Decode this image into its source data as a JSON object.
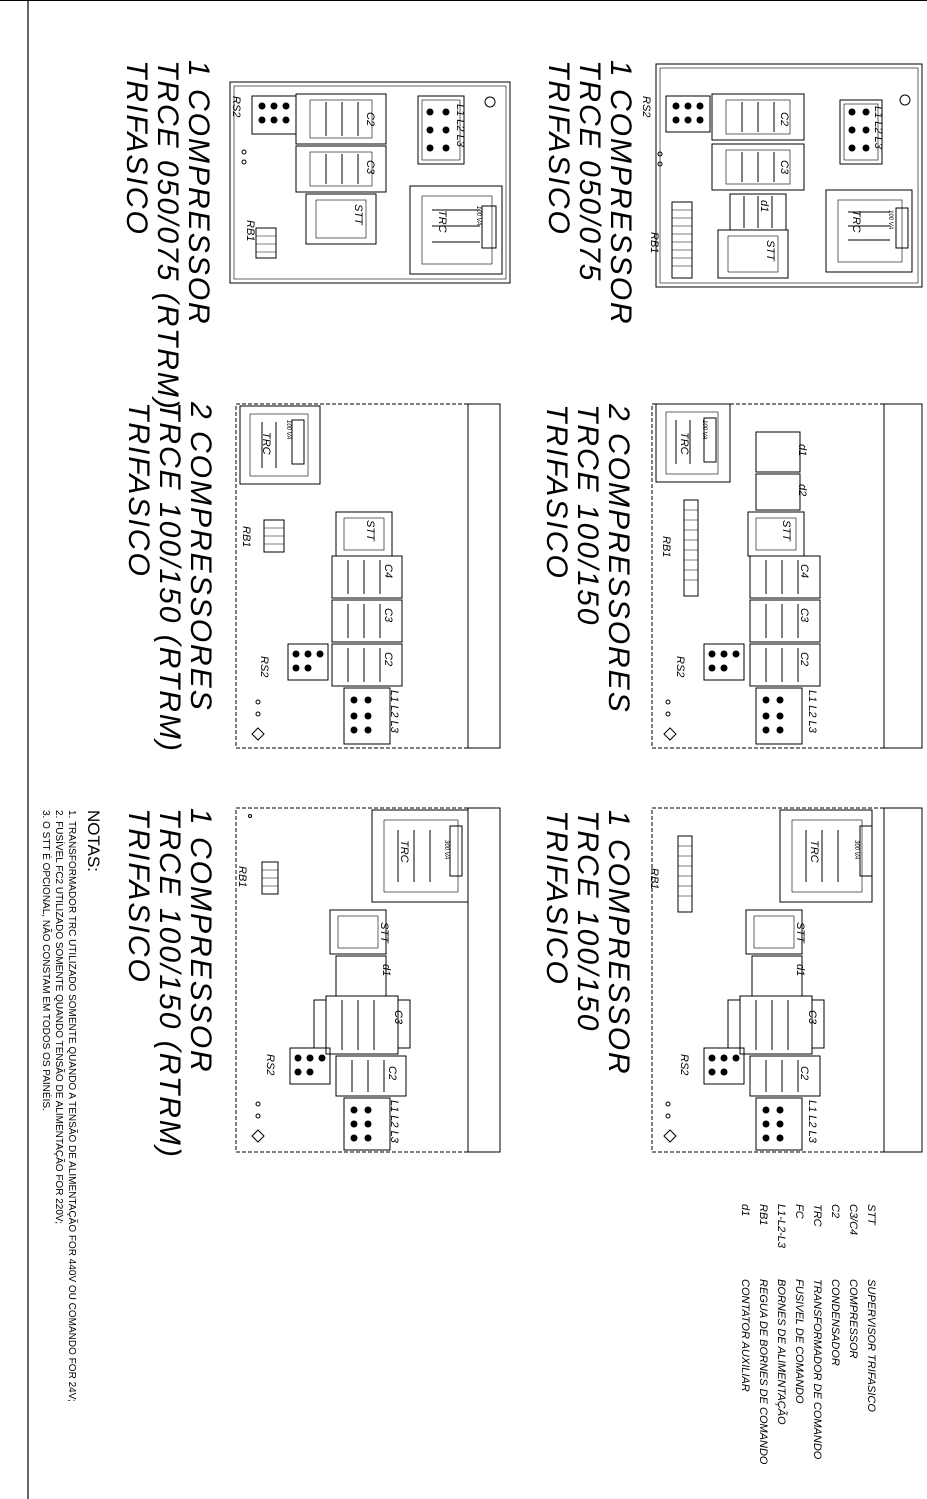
{
  "panels": [
    {
      "id": "p1",
      "caption": [
        "1 COMPRESSOR",
        "TRCE 050/075",
        "TRIFASICO"
      ],
      "labels": [
        "L1 L2 L3",
        "C2",
        "C3",
        "d1",
        "STT",
        "TRC",
        "100 VA",
        "RS2",
        "RB1"
      ]
    },
    {
      "id": "p2",
      "caption": [
        "1 COMPRESSOR",
        "TRCE 050/075 (RTRM)",
        "TRIFASICO"
      ],
      "labels": [
        "L1 L2 L3",
        "C2",
        "C3",
        "STT",
        "TRC",
        "100 VA",
        "RS2",
        "RB1"
      ]
    },
    {
      "id": "p3",
      "caption": [
        "2 COMPRESSORES",
        "TRCE 100/150",
        "TRIFASICO"
      ],
      "labels": [
        "L1 L2 L3",
        "C2",
        "C3",
        "C4",
        "STT",
        "d1",
        "d2",
        "TRC",
        "100 VA",
        "RS2",
        "RB1"
      ]
    },
    {
      "id": "p4",
      "caption": [
        "2 COMPRESSORES",
        "TRCE 100/150 (RTRM)",
        "TRIFASICO"
      ],
      "labels": [
        "L1 L2 L3",
        "C2",
        "C3",
        "C4",
        "STT",
        "TRC",
        "100 VA",
        "RS2",
        "RB1"
      ]
    },
    {
      "id": "p5",
      "caption": [
        "1 COMPRESSOR",
        "TRCE 100/150",
        "TRIFASICO"
      ],
      "labels": [
        "L1 L2 L3",
        "C2",
        "C3",
        "d1",
        "STT",
        "TRC",
        "300 VA",
        "RS2",
        "RB1"
      ]
    },
    {
      "id": "p6",
      "caption": [
        "1 COMPRESSOR",
        "TRCE 100/150 (RTRM)",
        "TRIFASICO"
      ],
      "labels": [
        "L1 L2 L3",
        "C2",
        "C3",
        "d1",
        "STT",
        "TRC",
        "300 VA",
        "RS2",
        "RB1"
      ]
    }
  ],
  "legend": [
    {
      "code": "STT",
      "desc": "SUPERVISOR TRIFASICO"
    },
    {
      "code": "C3/C4",
      "desc": "COMPRESSOR"
    },
    {
      "code": "C2",
      "desc": "CONDENSADOR"
    },
    {
      "code": "TRC",
      "desc": "TRANSFORMADOR DE COMANDO"
    },
    {
      "code": "FC",
      "desc": "FUSIVEL DE COMANDO"
    },
    {
      "code": "L1-L2-L3",
      "desc": "BORNES DE ALIMENTAÇÃO"
    },
    {
      "code": "RB1",
      "desc": "REGUA DE BORNES DE COMANDO"
    },
    {
      "code": "d1",
      "desc": "CONTATOR AUXILIAR"
    }
  ],
  "notes": {
    "title": "NOTAS:",
    "items": [
      "1.  TRANSFORMADOR TRC UTILIZADO SOMENTE QUANDO A TENSÃO DE ALIMENTAÇÃO FOR 440V OU COMANDO FOR 24V;",
      "2.  FUSÍVEL FC2 UTILIZADO SOMENTE QUANDO TENSÃO DE ALIMENTAÇÃO FOR 220V;",
      "3.  O STT É OPCIONAL, NÃO CONSTAM EM TODOS OS PAINÉIS."
    ]
  }
}
